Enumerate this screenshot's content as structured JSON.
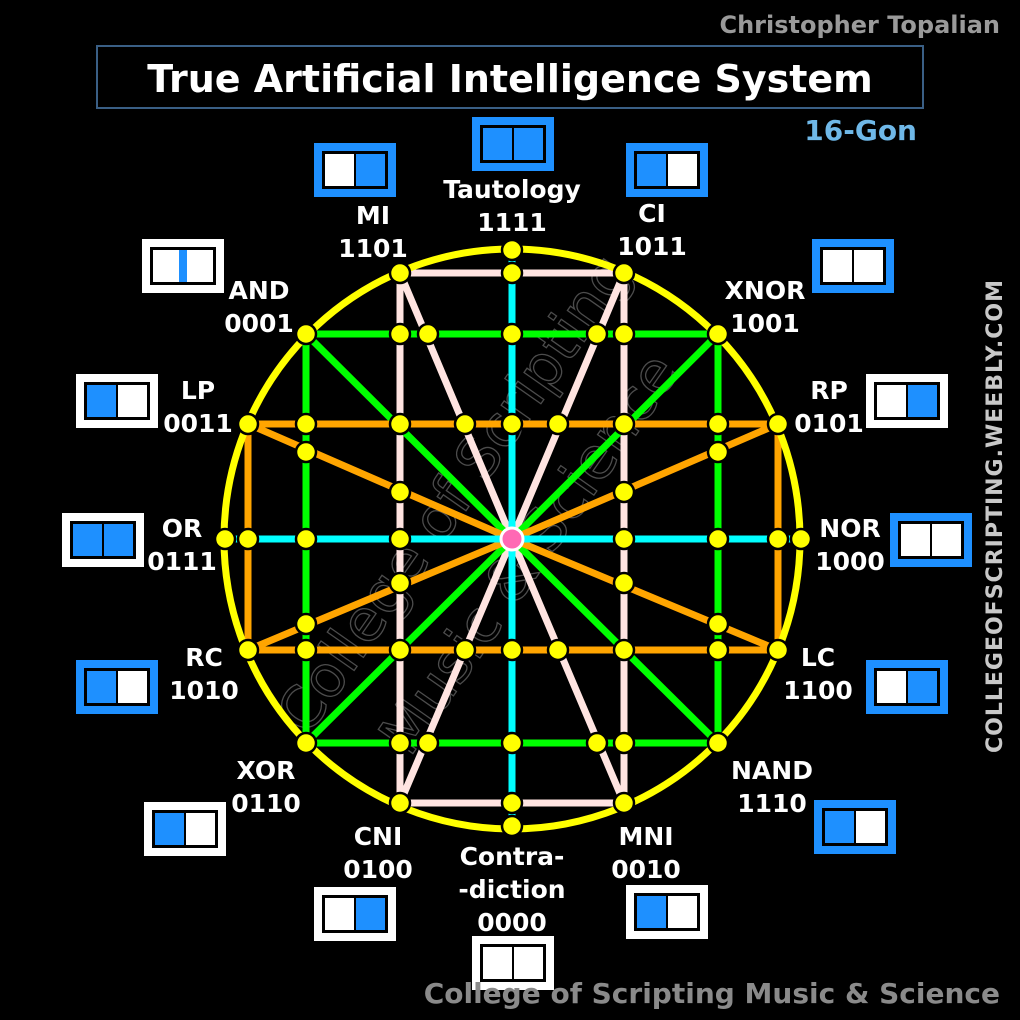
{
  "header": {
    "author": "Christopher Topalian",
    "title": "True Artificial Intelligence System",
    "subtitle": "16-Gon"
  },
  "footer": {
    "text": "College of Scripting Music & Science",
    "side_text": "COLLEGEOFSCRIPTING.WEEBLY.COM"
  },
  "watermark": {
    "line1": "College of Scripting",
    "line2": "Music & Science"
  },
  "colors": {
    "background": "#000000",
    "circle": "#ffff00",
    "vertical_lines": "#ffe4e1",
    "green_lines": "#00ff00",
    "orange_lines": "#ffa500",
    "cyan_lines": "#00ffff",
    "node": "#ffff00",
    "center": "#ff69b4",
    "indicator_blue": "#1e90ff"
  },
  "operators": [
    {
      "name": "Tautology",
      "code": "1111"
    },
    {
      "name": "CI",
      "code": "1011"
    },
    {
      "name": "XNOR",
      "code": "1001"
    },
    {
      "name": "RP",
      "code": "0101"
    },
    {
      "name": "NOR",
      "code": "1000"
    },
    {
      "name": "LC",
      "code": "1100"
    },
    {
      "name": "NAND",
      "code": "1110"
    },
    {
      "name": "MNI",
      "code": "0010"
    },
    {
      "name": "Contra-",
      "name2": "-diction",
      "code": "0000"
    },
    {
      "name": "CNI",
      "code": "0100"
    },
    {
      "name": "XOR",
      "code": "0110"
    },
    {
      "name": "RC",
      "code": "1010"
    },
    {
      "name": "OR",
      "code": "0111"
    },
    {
      "name": "LP",
      "code": "0011"
    },
    {
      "name": "AND",
      "code": "0001"
    },
    {
      "name": "MI",
      "code": "1101"
    }
  ],
  "indicators": [
    {
      "outer_blue": true,
      "cells": [
        "blue",
        "blue"
      ]
    },
    {
      "outer_blue": true,
      "cells": [
        "blue",
        "white"
      ]
    },
    {
      "outer_blue": true,
      "cells": [
        "white",
        "white"
      ]
    },
    {
      "outer_blue": false,
      "cells": [
        "white",
        "blue"
      ]
    },
    {
      "outer_blue": true,
      "cells": [
        "white",
        "white"
      ]
    },
    {
      "outer_blue": true,
      "cells": [
        "white",
        "blue"
      ]
    },
    {
      "outer_blue": true,
      "cells": [
        "blue",
        "white"
      ]
    },
    {
      "outer_blue": false,
      "cells": [
        "blue",
        "white"
      ]
    },
    {
      "outer_blue": false,
      "cells": [
        "white",
        "white"
      ]
    },
    {
      "outer_blue": false,
      "cells": [
        "white",
        "blue"
      ]
    },
    {
      "outer_blue": false,
      "cells": [
        "blue",
        "white"
      ]
    },
    {
      "outer_blue": true,
      "cells": [
        "blue",
        "white"
      ]
    },
    {
      "outer_blue": false,
      "cells": [
        "blue",
        "blue"
      ]
    },
    {
      "outer_blue": false,
      "cells": [
        "blue",
        "white"
      ]
    },
    {
      "outer_blue": false,
      "cells": [
        "white",
        "white"
      ],
      "center_blue": true
    },
    {
      "outer_blue": true,
      "cells": [
        "white",
        "blue"
      ]
    }
  ]
}
